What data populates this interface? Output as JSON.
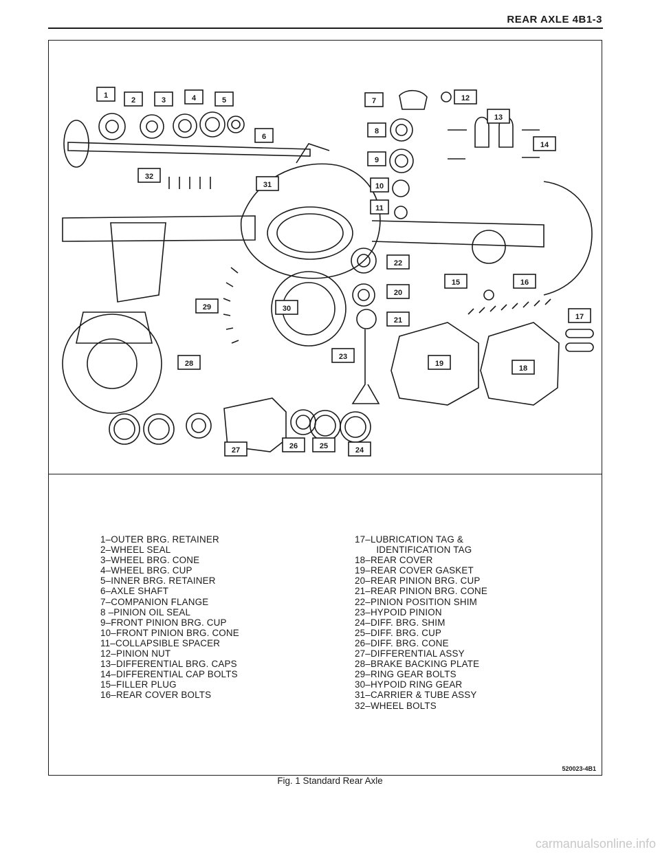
{
  "header": {
    "title": "REAR AXLE 4B1-3"
  },
  "figure": {
    "ref_code": "520023-4B1",
    "caption": "Fig. 1 Standard Rear Axle",
    "callouts": [
      "1",
      "2",
      "3",
      "4",
      "5",
      "6",
      "7",
      "8",
      "9",
      "10",
      "11",
      "12",
      "13",
      "14",
      "15",
      "16",
      "17",
      "18",
      "19",
      "20",
      "21",
      "22",
      "23",
      "24",
      "25",
      "26",
      "27",
      "28",
      "29",
      "30",
      "31",
      "32"
    ]
  },
  "legend_left": [
    "1–OUTER BRG. RETAINER",
    "2–WHEEL SEAL",
    "3–WHEEL BRG. CONE",
    "4–WHEEL BRG. CUP",
    "5–INNER BRG. RETAINER",
    "6–AXLE SHAFT",
    "7–COMPANION FLANGE",
    "8 –PINION OIL SEAL",
    "9–FRONT PINION BRG. CUP",
    "10–FRONT PINION BRG. CONE",
    "11–COLLAPSIBLE SPACER",
    "12–PINION NUT",
    "13–DIFFERENTIAL BRG. CAPS",
    "14–DIFFERENTIAL CAP BOLTS",
    "15–FILLER PLUG",
    "16–REAR COVER BOLTS"
  ],
  "legend_right": [
    "17–LUBRICATION TAG &",
    "        IDENTIFICATION TAG",
    "18–REAR COVER",
    "19–REAR COVER GASKET",
    "20–REAR PINION BRG. CUP",
    "21–REAR PINION BRG. CONE",
    "22–PINION POSITION SHIM",
    "23–HYPOID PINION",
    "24–DIFF. BRG. SHIM",
    "25–DIFF. BRG. CUP",
    "26–DIFF. BRG. CONE",
    "27–DIFFERENTIAL ASSY",
    "28–BRAKE BACKING PLATE",
    "29–RING GEAR BOLTS",
    "30–HYPOID RING GEAR",
    "31–CARRIER & TUBE ASSY",
    "32–WHEEL BOLTS"
  ],
  "footer": {
    "watermark": "carmanualsonline.info"
  }
}
